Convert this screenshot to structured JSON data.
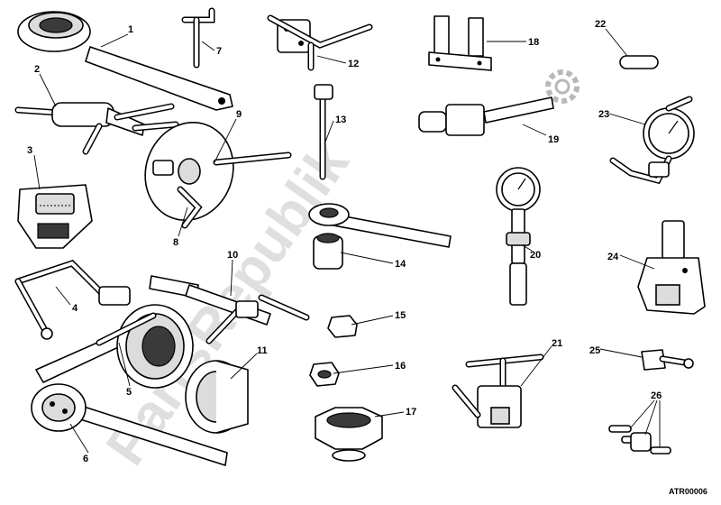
{
  "diagram": {
    "reference_code": "ATR00006",
    "watermark": "PartsRepublik",
    "callouts": [
      "1",
      "2",
      "3",
      "4",
      "5",
      "6",
      "7",
      "8",
      "9",
      "10",
      "11",
      "12",
      "13",
      "14",
      "15",
      "16",
      "17",
      "18",
      "19",
      "20",
      "21",
      "22",
      "23",
      "24",
      "25",
      "26"
    ],
    "icons": [
      "gear-icon"
    ]
  }
}
